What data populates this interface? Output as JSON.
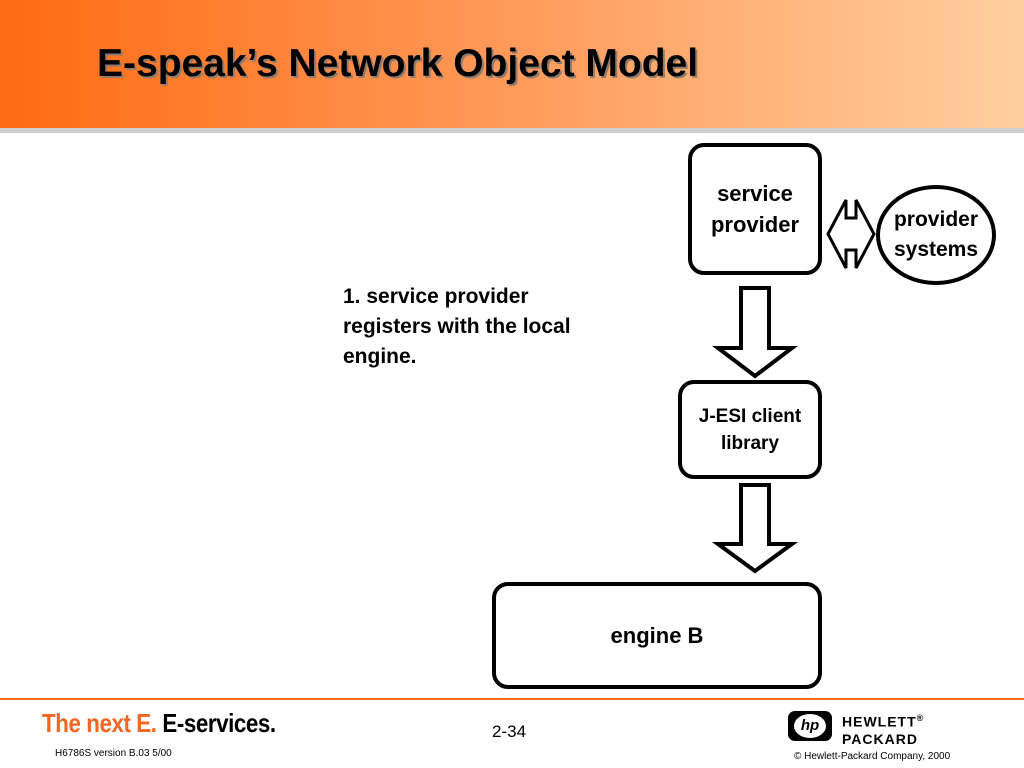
{
  "slide": {
    "title": "E-speak’s Network Object Model",
    "caption_lines": [
      "1. service provider",
      "registers with the local",
      "engine."
    ]
  },
  "diagram": {
    "service_provider": [
      "service",
      "provider"
    ],
    "provider_systems": [
      "provider",
      "systems"
    ],
    "jesi_library": [
      "J-ESI client",
      "library"
    ],
    "engine": "engine B"
  },
  "footer": {
    "brand_part1": "The next E.",
    "brand_part2": "E-services.",
    "version": "H6786S version B.03 5/00",
    "page_number": "2-34",
    "hp_logo_text": "hp",
    "hp_line1": "HEWLETT",
    "hp_registered": "®",
    "hp_line2": "PACKARD",
    "copyright": "© Hewlett-Packard Company, 2000"
  },
  "colors": {
    "accent": "#ff6a12",
    "header_end": "#ffcf9f",
    "brand_orange": "#f26522"
  }
}
